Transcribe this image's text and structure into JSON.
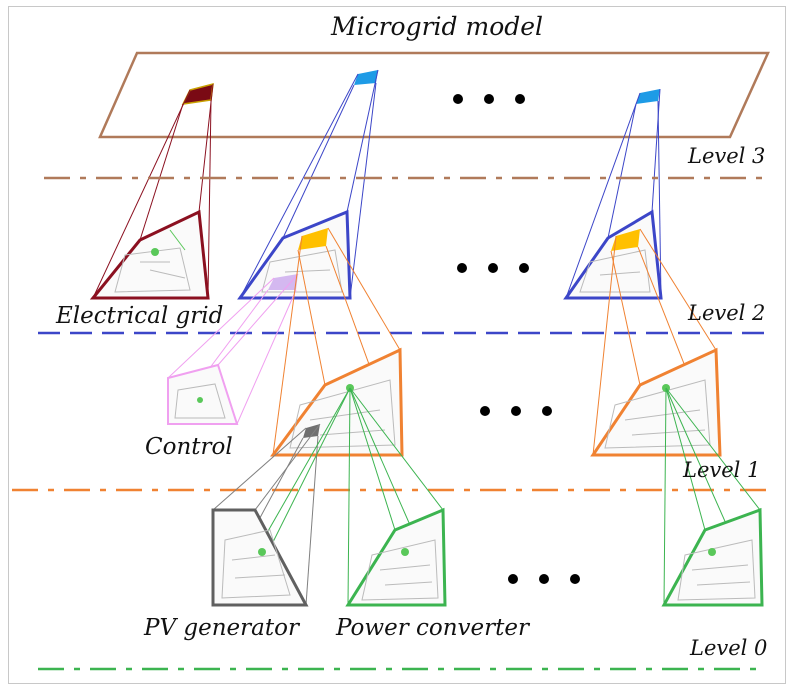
{
  "title": "Microgrid model",
  "levels": [
    {
      "label": "Level 3",
      "color": "#b07a5a"
    },
    {
      "label": "Level 2",
      "color": "#3c46c8"
    },
    {
      "label": "Level 1",
      "color": "#f08232"
    },
    {
      "label": "Level 0",
      "color": "#3cb450"
    }
  ],
  "node_labels": {
    "electrical_grid": "Electrical grid",
    "control": "Control",
    "pv_generator": "PV generator",
    "power_converter": "Power converter"
  },
  "ellipsis": "• • •",
  "colors": {
    "microgrid": "#b07a5a",
    "electrical_grid": "#8b1020",
    "level2_blue": "#3c46c8",
    "control_pink": "#f0a0f0",
    "level1_orange": "#f08232",
    "pv_gray": "#606060",
    "converter_green": "#3cb450",
    "highlight_cyan": "#1e9be6",
    "highlight_yellow": "#ffc000"
  }
}
